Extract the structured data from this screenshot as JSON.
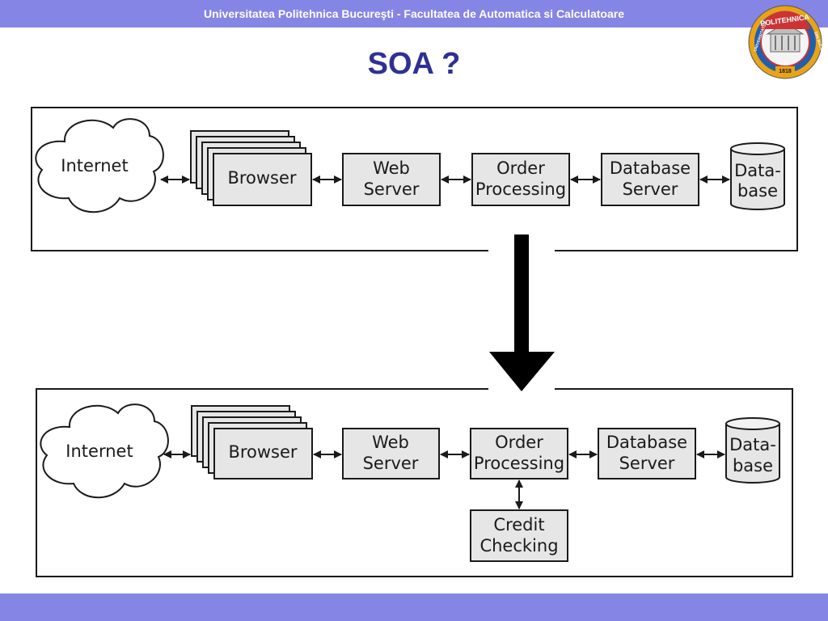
{
  "header": {
    "text": "Universitatea Politehnica Bucureşti - Facultatea de Automatica si Calculatoare"
  },
  "title": "SOA ?",
  "logo": {
    "name": "POLITEHNICA",
    "left_text": "UNIVERSITATEA",
    "right_text": "DIN BUCUREȘTI",
    "year": "1818"
  },
  "colors": {
    "header_bar": "#8585e6",
    "title": "#2e3192",
    "box_fill": "#e6e6e6",
    "line": "#1a1a1a"
  },
  "diagram_before": {
    "internet": "Internet",
    "browser": "Browser",
    "web_server": [
      "Web",
      "Server"
    ],
    "order_processing": [
      "Order",
      "Processing"
    ],
    "database_server": [
      "Database",
      "Server"
    ],
    "database": [
      "Data-",
      "base"
    ]
  },
  "diagram_after": {
    "internet": "Internet",
    "browser": "Browser",
    "web_server": [
      "Web",
      "Server"
    ],
    "order_processing": [
      "Order",
      "Processing"
    ],
    "database_server": [
      "Database",
      "Server"
    ],
    "database": [
      "Data-",
      "base"
    ],
    "credit_checking": [
      "Credit",
      "Checking"
    ]
  }
}
